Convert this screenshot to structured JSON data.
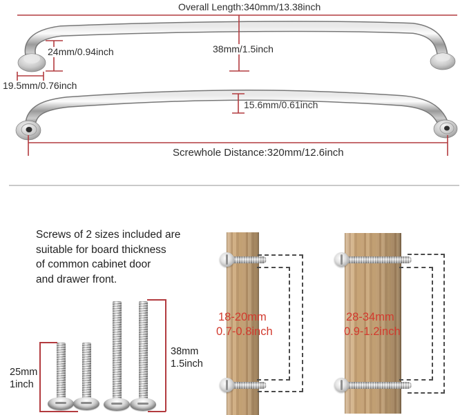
{
  "top_diagram": {
    "overall_length_label": "Overall Length:340mm/13.38inch",
    "end_height_label": "24mm/0.94inch",
    "projection_label": "38mm/1.5inch",
    "base_width_label": "19.5mm/0.76inch",
    "bar_diameter_label": "15.6mm/0.61inch",
    "screwhole_distance_label": "Screwhole Distance:320mm/12.6inch"
  },
  "screw_info": {
    "lines": [
      "Screws of 2 sizes included are",
      "suitable for board thickness",
      "of common cabinet door",
      "and drawer front."
    ],
    "short_screw": {
      "mm": "25mm",
      "inch": "1inch"
    },
    "long_screw": {
      "mm": "38mm",
      "inch": "1.5inch"
    }
  },
  "boards": [
    {
      "thickness_mm": "18-20mm",
      "thickness_inch": "0.7-0.8inch"
    },
    {
      "thickness_mm": "28-34mm",
      "thickness_inch": "0.9-1.2inch"
    }
  ],
  "colors": {
    "dimension_line_red": "#b23a3e",
    "annotation_red": "#d23a2e",
    "wood_base": "#c2a076",
    "metal": "#c0c0c0"
  }
}
